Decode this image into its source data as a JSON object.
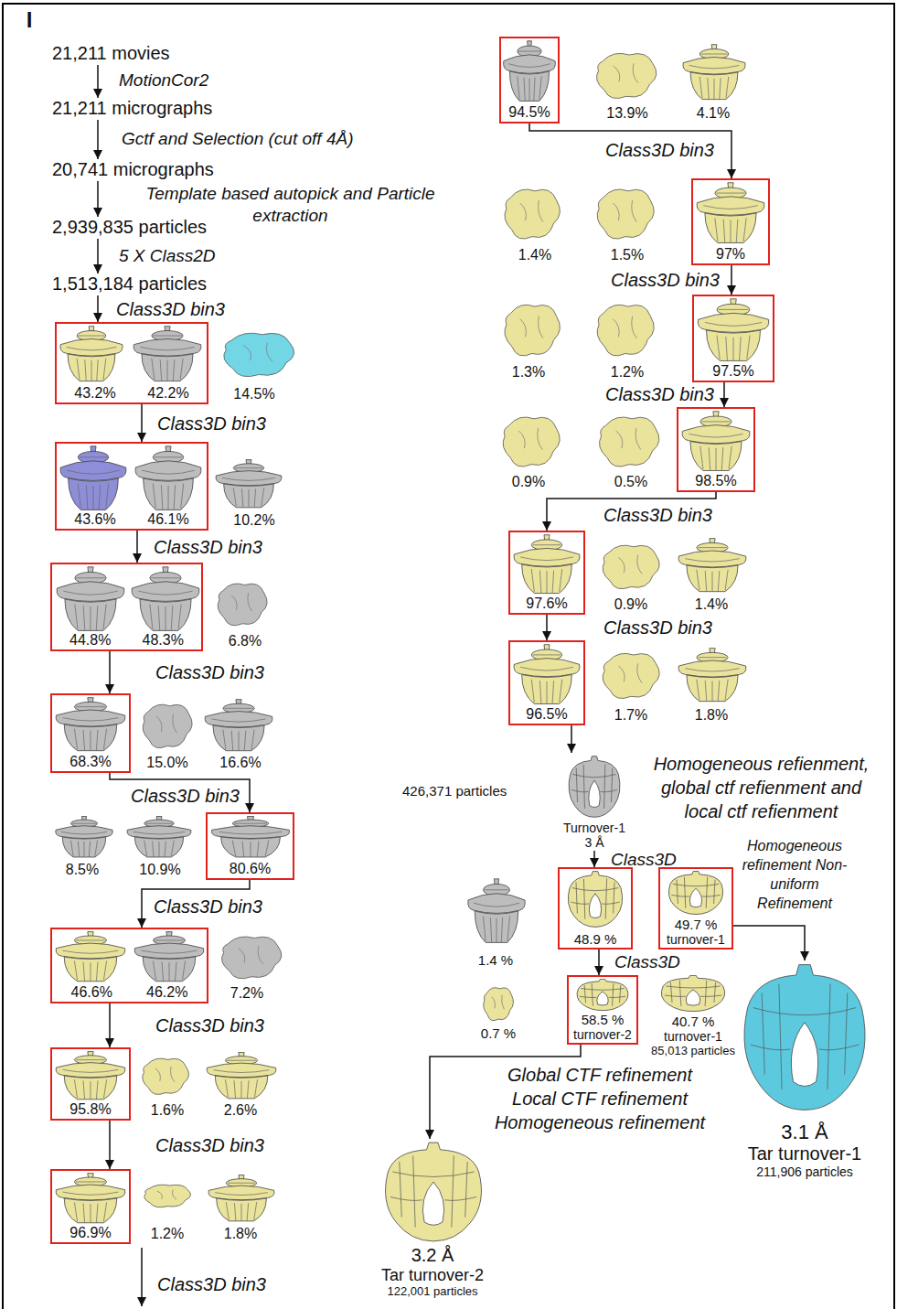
{
  "diagram": {
    "nodes": [
      {
        "text": [
          "21,211 movies"
        ]
      },
      {
        "text": [
          "21,211 micrographs"
        ]
      },
      {
        "text": [
          "20,741 micrographs"
        ]
      },
      {
        "text": [
          "2,939,835 particles"
        ]
      },
      {
        "text": [
          "1,513,184 particles"
        ]
      },
      {
        "text": [
          "43.2%",
          "42.2%"
        ]
      },
      {
        "text": [
          "43.6%",
          "46.1%"
        ]
      },
      {
        "text": [
          "44.8%",
          "48.3%"
        ]
      },
      {
        "text": [
          "68.3%"
        ]
      },
      {
        "text": [
          "80.6%"
        ]
      },
      {
        "text": [
          "46.6%",
          "46.2%"
        ]
      },
      {
        "text": [
          "95.8%"
        ]
      },
      {
        "text": [
          "96.9%"
        ]
      },
      {
        "text": [
          "94.5%"
        ]
      },
      {
        "text": [
          "97%"
        ]
      },
      {
        "text": [
          "97.5%"
        ]
      },
      {
        "text": [
          "98.5%"
        ]
      },
      {
        "text": [
          "97.6%"
        ]
      },
      {
        "text": [
          "96.5%"
        ]
      },
      {
        "text": [
          "Turnover-1",
          "3 Å"
        ]
      },
      {
        "text": [
          "48.9 %"
        ]
      },
      {
        "text": [
          "49.7 %",
          "turnover-1"
        ]
      },
      {
        "text": [
          "58.5 %",
          "turnover-2"
        ]
      },
      {
        "text": [
          "3.1 Å",
          "Tar turnover-1",
          "211,906 particles"
        ]
      },
      {
        "text": [
          "3.2 Å",
          "Tar turnover-2",
          "122,001 particles"
        ]
      }
    ],
    "edges": [
      {
        "from": 0,
        "to": 1,
        "arrow": "to",
        "label": "MotionCor2"
      },
      {
        "from": 1,
        "to": 2,
        "arrow": "to",
        "label": "Gctf and Selection (cut off 4Å)"
      },
      {
        "from": 2,
        "to": 3,
        "arrow": "to",
        "label": "Template based autopick and Particle extraction"
      },
      {
        "from": 3,
        "to": 4,
        "arrow": "to",
        "label": "5 X Class2D"
      },
      {
        "from": 4,
        "to": 5,
        "arrow": "to",
        "label": "Class3D bin3"
      },
      {
        "from": 5,
        "to": 6,
        "arrow": "to",
        "label": "Class3D bin3"
      },
      {
        "from": 6,
        "to": 7,
        "arrow": "to",
        "label": "Class3D bin3"
      },
      {
        "from": 7,
        "to": 8,
        "arrow": "to",
        "label": "Class3D bin3"
      },
      {
        "from": 8,
        "to": 9,
        "arrow": "to",
        "label": "Class3D bin3"
      },
      {
        "from": 9,
        "to": 10,
        "arrow": "to",
        "label": "Class3D bin3"
      },
      {
        "from": 10,
        "to": 11,
        "arrow": "to",
        "label": "Class3D bin3"
      },
      {
        "from": 11,
        "to": 12,
        "arrow": "to",
        "label": "Class3D bin3"
      },
      {
        "from": 13,
        "to": 14,
        "arrow": "to",
        "label": "Class3D bin3"
      },
      {
        "from": 14,
        "to": 15,
        "arrow": "to",
        "label": "Class3D bin3"
      },
      {
        "from": 15,
        "to": 16,
        "arrow": "to",
        "label": "Class3D bin3"
      },
      {
        "from": 16,
        "to": 17,
        "arrow": "to",
        "label": "Class3D bin3"
      },
      {
        "from": 17,
        "to": 18,
        "arrow": "to",
        "label": "Class3D bin3"
      },
      {
        "from": 18,
        "to": 19,
        "arrow": "to",
        "label": "Homogeneous refienment, global ctf refienment and local ctf refienment"
      },
      {
        "from": 19,
        "to": 20,
        "arrow": "to",
        "label": "Class3D"
      },
      {
        "from": 20,
        "to": 22,
        "arrow": "to",
        "label": "Class3D"
      },
      {
        "from": 21,
        "to": 23,
        "arrow": "to",
        "label": "Homogeneous refinement Non-uniform Refinement"
      },
      {
        "from": 22,
        "to": 24,
        "arrow": "to",
        "label": "Global CTF refinement Local CTF refinement Homogeneous refinement"
      }
    ],
    "labels": [
      "I",
      "14.5%",
      "10.2%",
      "6.8%",
      "15.0%",
      "16.6%",
      "8.5%",
      "10.9%",
      "7.2%",
      "1.6%",
      "2.6%",
      "1.2%",
      "1.8%",
      "Class3D bin3",
      "13.9%",
      "4.1%",
      "1.4%",
      "1.5%",
      "1.3%",
      "1.2%",
      "0.9%",
      "0.5%",
      "0.9%",
      "1.4%",
      "1.7%",
      "1.8%",
      "426,371 particles",
      "1.4 %",
      "0.7 %",
      "40.7 %",
      "turnover-1",
      "85,013 particles"
    ]
  }
}
